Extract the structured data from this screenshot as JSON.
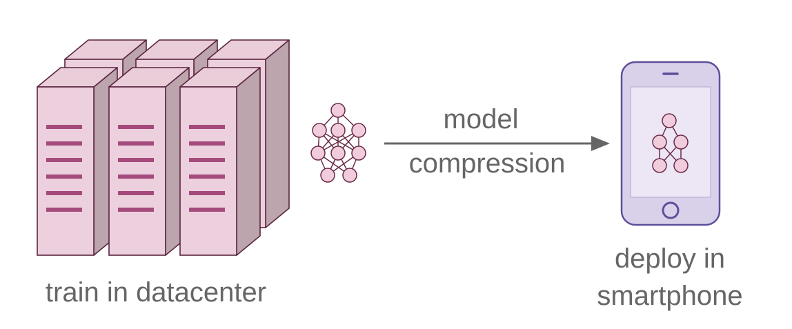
{
  "labels": {
    "datacenter": "train in datacenter",
    "arrow_line1": "model",
    "arrow_line2": "compression",
    "phone_line1": "deploy in",
    "phone_line2": "smartphone"
  },
  "colors": {
    "server_front": "#ecd0dd",
    "server_side": "#bca5ad",
    "server_top": "#e9cdd9",
    "server_outline": "#5a2340",
    "server_slot": "#a54a7c",
    "node_fill": "#f0ccdc",
    "node_stroke": "#6b2a47",
    "phone_body": "#d9d1ea",
    "phone_screen": "#ece6f5",
    "phone_accent": "#5f4f9a",
    "arrow": "#666666",
    "text": "#666666"
  },
  "icons": {
    "servers": "server-rack-icon",
    "network": "neural-network-icon",
    "phone": "smartphone-icon",
    "arrow": "arrow-right-icon"
  }
}
